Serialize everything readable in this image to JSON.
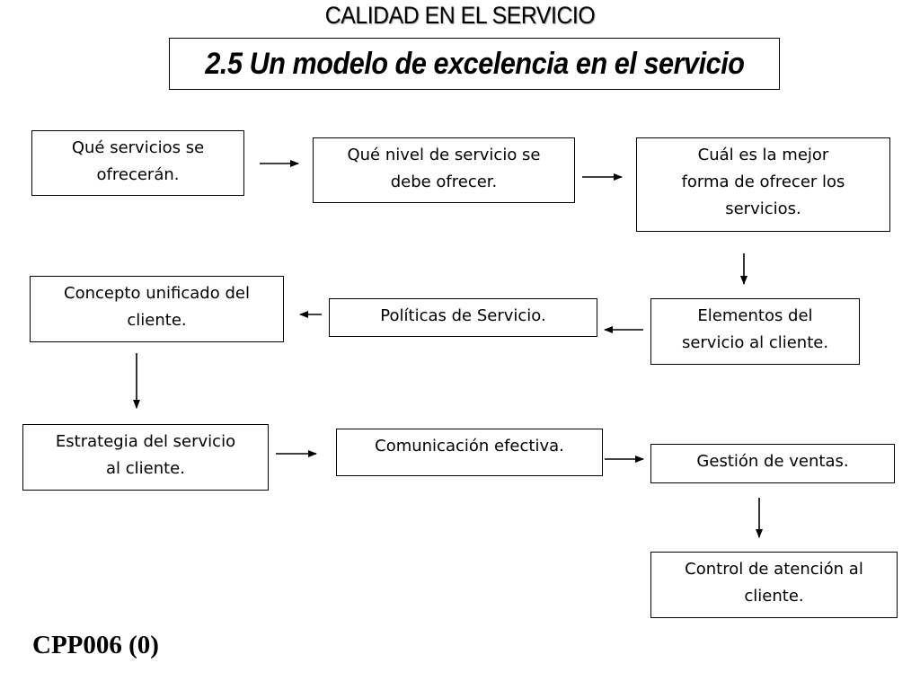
{
  "header": {
    "category": "CALIDAD EN EL SERVICIO",
    "title": "2.5 Un modelo de excelencia en el servicio"
  },
  "nodes": [
    {
      "id": "servicios",
      "label": "Qué servicios se\nofrecerán."
    },
    {
      "id": "nivel",
      "label": "Qué nivel de servicio se\ndebe ofrecer."
    },
    {
      "id": "forma",
      "label": "Cuál es la mejor\nforma de ofrecer los\nservicios."
    },
    {
      "id": "elementos",
      "label": "Elementos del\nservicio al cliente."
    },
    {
      "id": "politicas",
      "label": "Políticas de Servicio."
    },
    {
      "id": "concepto",
      "label": "Concepto unificado del\ncliente."
    },
    {
      "id": "estrategia",
      "label": "Estrategia del servicio\nal cliente."
    },
    {
      "id": "comunicacion",
      "label": "Comunicación efectiva."
    },
    {
      "id": "gestion",
      "label": "Gestión de ventas."
    },
    {
      "id": "control",
      "label": "Control de atención al\ncliente."
    }
  ],
  "edges": [
    {
      "from": "servicios",
      "to": "nivel"
    },
    {
      "from": "nivel",
      "to": "forma"
    },
    {
      "from": "forma",
      "to": "elementos"
    },
    {
      "from": "elementos",
      "to": "politicas"
    },
    {
      "from": "politicas",
      "to": "concepto"
    },
    {
      "from": "concepto",
      "to": "estrategia"
    },
    {
      "from": "estrategia",
      "to": "comunicacion"
    },
    {
      "from": "comunicacion",
      "to": "gestion"
    },
    {
      "from": "gestion",
      "to": "control"
    }
  ],
  "footer": {
    "code": "CPP006 (0)"
  }
}
